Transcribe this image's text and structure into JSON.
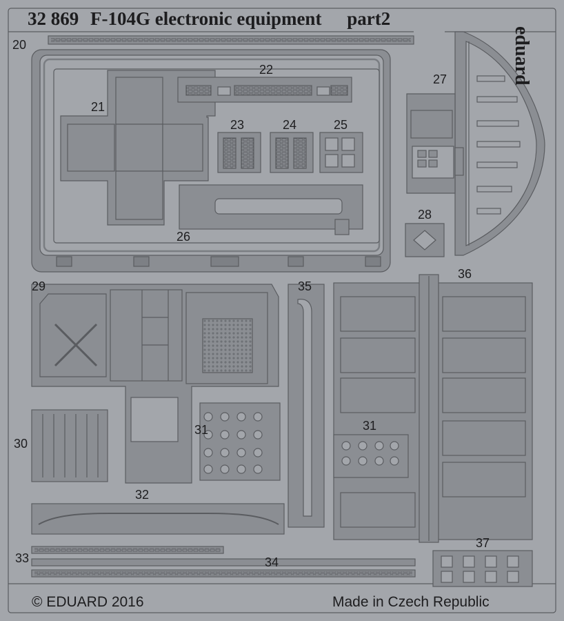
{
  "header": {
    "catalog_number": "32 869",
    "title": "F-104G electronic equipment",
    "part": "part2"
  },
  "brand": "eduard",
  "part_numbers": [
    "20",
    "21",
    "22",
    "23",
    "24",
    "25",
    "26",
    "27",
    "28",
    "29",
    "35",
    "36",
    "30",
    "31",
    "31",
    "32",
    "33",
    "34",
    "37"
  ],
  "footer": {
    "copyright": "© EDUARD 2016",
    "origin": "Made in Czech Republic"
  },
  "colors": {
    "fret_background": "#a3a6ab",
    "etched_part": "#8b8e93",
    "outline": "#5a5c60",
    "text": "#1d1d1f"
  }
}
